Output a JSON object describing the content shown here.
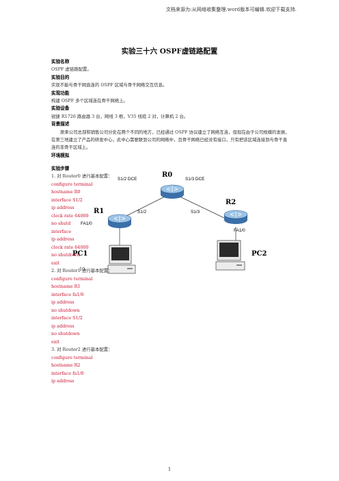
{
  "header": "文档来源为:从网络收集整理.word版本可编辑.欢迎下载支持.",
  "title": "实验三十六  OSPF虚链路配置",
  "sections": {
    "name_h": "实验名称",
    "name_p": "OSPF 虚链路配置。",
    "purpose_h": "实验目的",
    "purpose_p": "实现不能与骨干网直连的 OSPF 区域与骨干网络交互信息。",
    "func_h": "实现功能",
    "func_p": "构建 OSPF 多个区域连在骨干网络上。",
    "device_h": "实验设备",
    "device_p": "锐捷 R1726 路由器 3 台，网线 3 根，V35 线缆 2 对，计算机 2 台。",
    "bg_h": "背景描述",
    "bg_p": "原来公司总部和销售公司分处在两个不同的地方，已经通过 OSPF 协议建立了网络互连，但现在由于公司规模的发展，在第三地建立了产品的研发中心，此中心需要联到公司的网络中，且骨干网络已经没有接口，只有把该区域连接到与骨干直连的非骨干区域上。",
    "env_h": "环境模拟",
    "steps_h": "实验步骤"
  },
  "diagram": {
    "r0": "R0",
    "r1": "R1",
    "r2": "R2",
    "pc1": "PC1",
    "pc2": "PC2",
    "s12dce": "S1/2 DCE",
    "s13dce": "S1/3 DCE",
    "s12": "S1/2",
    "s13": "S1/3",
    "fa10_left": "FA1/0",
    "fa10_right": "FA1/0"
  },
  "steps": [
    {
      "text": "1.    对 Router0 进行基本配置：",
      "color": "black"
    },
    {
      "text": "configure terminal",
      "color": "red"
    },
    {
      "text": "hostname R0",
      "color": "red"
    },
    {
      "text": "interface S1/2",
      "color": "red"
    },
    {
      "text": "ip address",
      "color": "red"
    },
    {
      "text": "clock rate 64000",
      "color": "red"
    },
    {
      "text": "no shutd",
      "color": "red"
    },
    {
      "text": "interface",
      "color": "red"
    },
    {
      "text": "ip address",
      "color": "red"
    },
    {
      "text": "clock rate 64000",
      "color": "red"
    },
    {
      "text": "no shutdown",
      "color": "red"
    },
    {
      "text": "exit",
      "color": "red"
    },
    {
      "text": "2.    对 Router1 进行基本配置：",
      "color": "black"
    },
    {
      "text": "configure terminal",
      "color": "red"
    },
    {
      "text": "hostname R1",
      "color": "red"
    },
    {
      "text": "interface fa1/0",
      "color": "red"
    },
    {
      "text": "ip address",
      "color": "red"
    },
    {
      "text": "no shutdown",
      "color": "red"
    },
    {
      "text": "interface S1/2",
      "color": "red"
    },
    {
      "text": "ip address",
      "color": "red"
    },
    {
      "text": "no shutdown",
      "color": "red"
    },
    {
      "text": "exit",
      "color": "red"
    },
    {
      "text": "3.    对 Router2 进行基本配置：",
      "color": "black"
    },
    {
      "text": "configure terminal",
      "color": "red"
    },
    {
      "text": "hostname R2",
      "color": "red"
    },
    {
      "text": "interface fa1/0",
      "color": "red"
    },
    {
      "text": "ip address",
      "color": "red"
    }
  ],
  "stray_10": "10",
  "page_number": "1",
  "colors": {
    "config_text": "#c8102e",
    "router_blue": "#4a7fb5"
  }
}
